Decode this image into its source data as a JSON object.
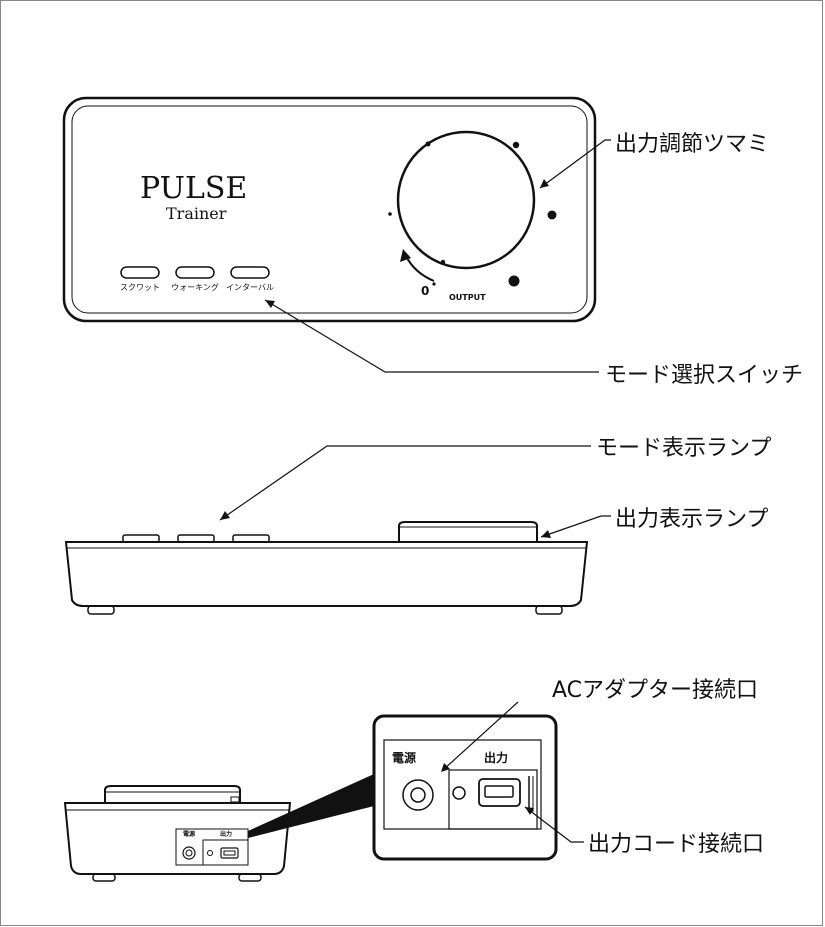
{
  "device": {
    "logo_main": "PULSE",
    "logo_sub": "Trainer",
    "mode_buttons": [
      {
        "label": "スクワット"
      },
      {
        "label": "ウォーキング"
      },
      {
        "label": "インターバル"
      }
    ],
    "dial_zero": "0",
    "dial_output": "OUTPUT",
    "port_power": "電源",
    "port_output": "出力"
  },
  "callouts": {
    "output_knob": "出力調節ツマミ",
    "mode_switch": "モード選択スイッチ",
    "mode_lamp": "モード表示ランプ",
    "output_lamp": "出力表示ランプ",
    "ac_port": "ACアダプター接続口",
    "cord_port": "出力コード接続口"
  },
  "colors": {
    "ink": "#111111",
    "frame": "#888888",
    "background": "#ffffff"
  }
}
